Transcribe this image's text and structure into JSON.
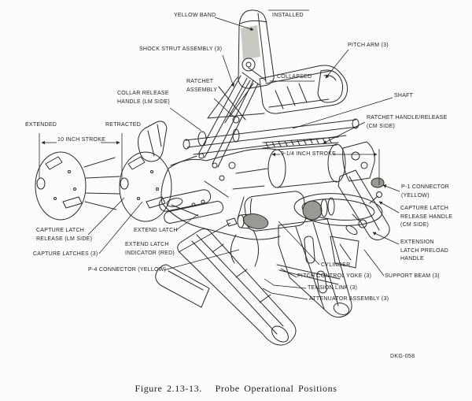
{
  "figure": {
    "caption": "Figure 2.13-13.   Probe Operational Positions",
    "drawing_number": "DKG-058"
  },
  "labels": {
    "yellow_band": "YELLOW BAND",
    "installed": "INSTALLED",
    "shock_strut_assembly": "SHOCK STRUT ASSEMBLY (3)",
    "pitch_arm": "PITCH ARM (3)",
    "collapsed": "COLLAPSED",
    "ratchet_assembly": "RATCHET\nASSEMBLY",
    "collar_release_handle": "COLLAR RELEASE\nHANDLE (LM SIDE)",
    "shaft": "SHAFT",
    "ratchet_handle_release": "RATCHET HANDLE/RELEASE\n(CM SIDE)",
    "extended": "EXTENDED",
    "retracted": "RETRACTED",
    "ten_inch_stroke": "10 INCH STROKE",
    "nine_quarter_inch_stroke": "9-1/4 INCH STROKE",
    "p1_connector": "P-1 CONNECTOR\n(YELLOW)",
    "capture_latch_release_handle_cm": "CAPTURE LATCH\nRELEASE HANDLE\n(CM SIDE)",
    "extension_latch_preload_handle": "EXTENSION\nLATCH PRELOAD\nHANDLE",
    "capture_latch_release_lm": "CAPTURE LATCH\nRELEASE (LM SIDE)",
    "extend_latch": "EXTEND LATCH",
    "capture_latches": "CAPTURE LATCHES (3)",
    "extend_latch_indicator": "EXTEND LATCH\nINDICATOR (RED)",
    "p4_connector": "P-4 CONNECTOR (YELLOW)",
    "cylinder": "CYLINDER",
    "pitch_control_yoke": "PITCH CONTROL YOKE (3)",
    "support_beam": "SUPPORT BEAM (3)",
    "tension_link": "TENSION LINK (3)",
    "attenuator_assembly": "ATTENUATOR ASSEMBLY (3)"
  },
  "colors": {
    "ink": "#262626",
    "paper": "#fcfcfa",
    "band_shade": "#c9c9c4",
    "connector_shade": "#9a9a94"
  }
}
